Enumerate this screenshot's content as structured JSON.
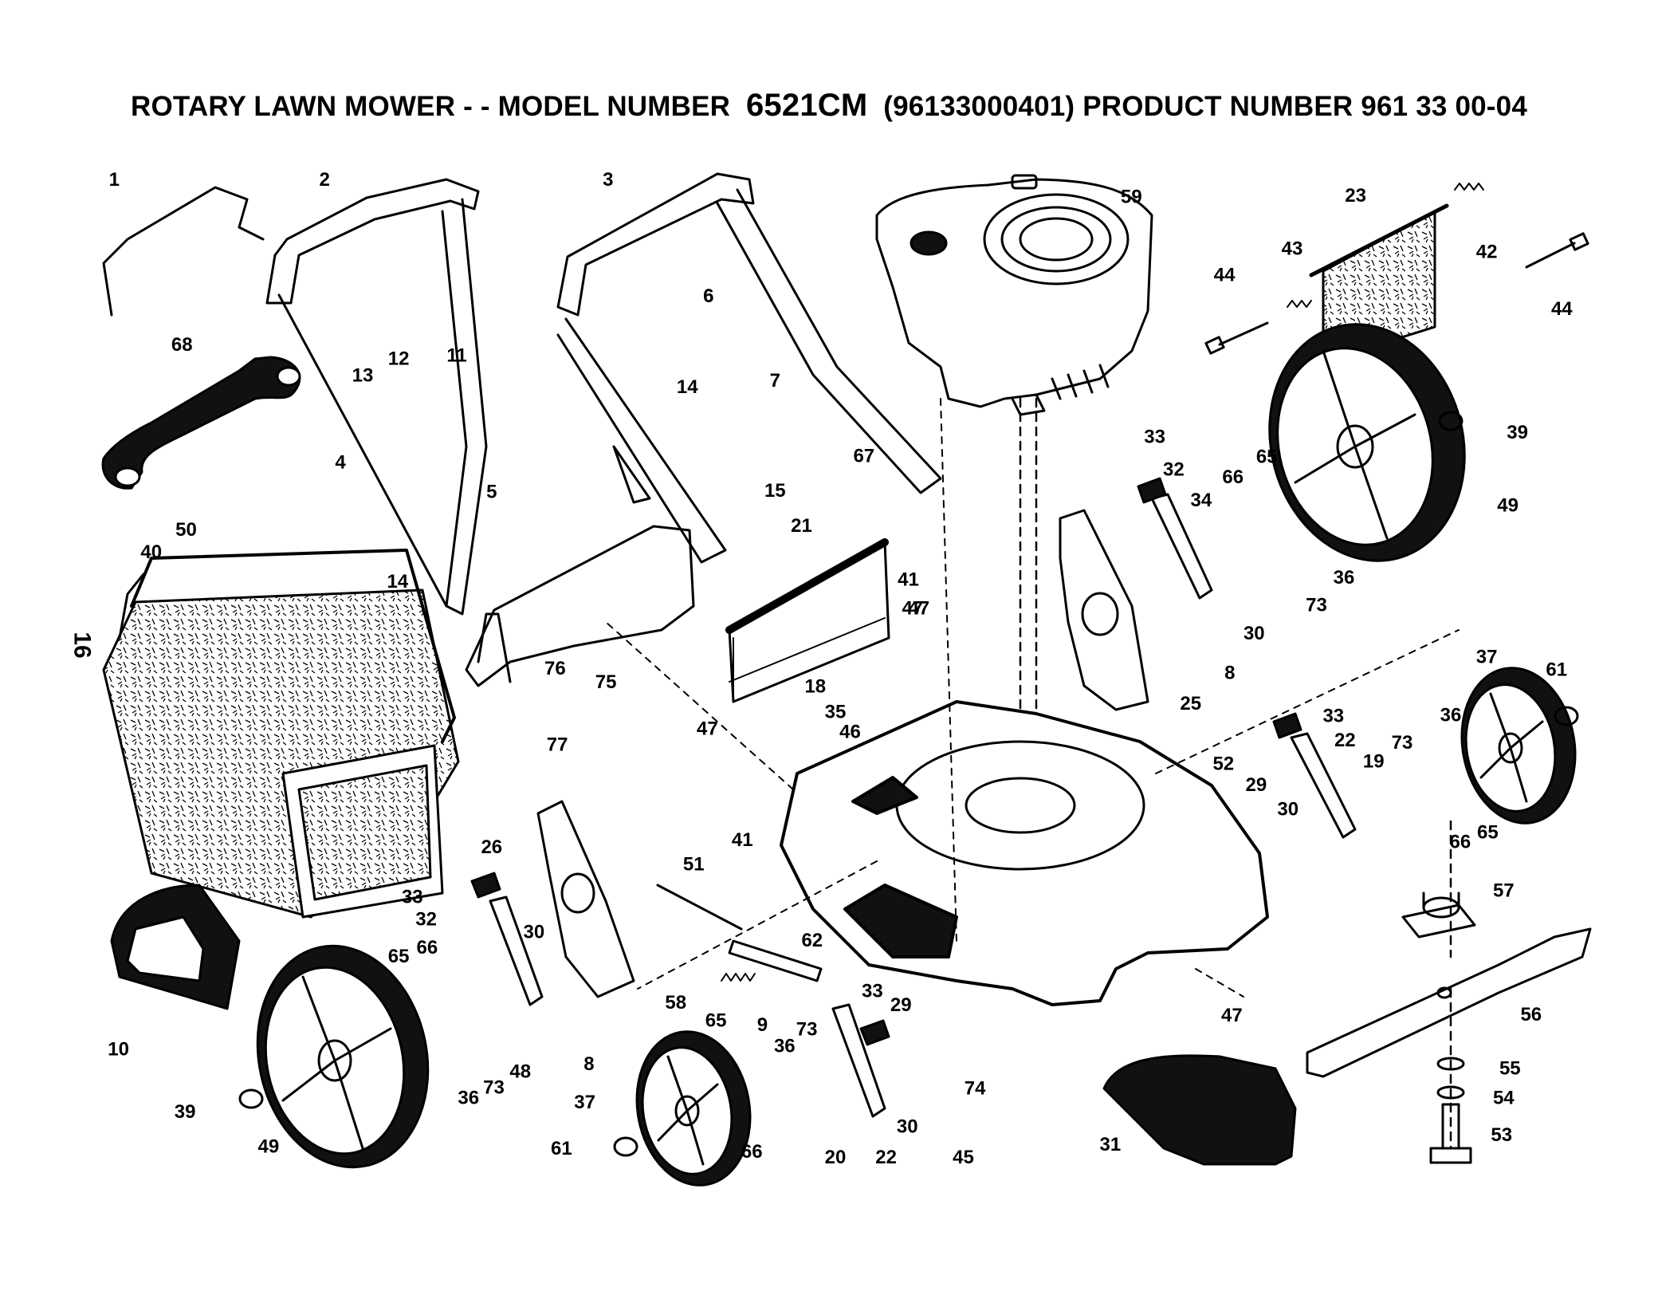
{
  "title": {
    "prefix": "ROTARY LAWN MOWER - - MODEL NUMBER",
    "model": "6521CM",
    "suffix": "(96133000401) PRODUCT NUMBER 961 33 00-04"
  },
  "page_number": "16",
  "callouts": [
    {
      "label": "1"
    },
    {
      "label": "2"
    },
    {
      "label": "3"
    },
    {
      "label": "59"
    },
    {
      "label": "23"
    },
    {
      "label": "43"
    },
    {
      "label": "42"
    },
    {
      "label": "44"
    },
    {
      "label": "44"
    },
    {
      "label": "6"
    },
    {
      "label": "6"
    },
    {
      "label": "12"
    },
    {
      "label": "13"
    },
    {
      "label": "11"
    },
    {
      "label": "7"
    },
    {
      "label": "68"
    },
    {
      "label": "14"
    },
    {
      "label": "4"
    },
    {
      "label": "5"
    },
    {
      "label": "67"
    },
    {
      "label": "15"
    },
    {
      "label": "21"
    },
    {
      "label": "41"
    },
    {
      "label": "14"
    },
    {
      "label": "50"
    },
    {
      "label": "40"
    },
    {
      "label": "47"
    },
    {
      "label": "76"
    },
    {
      "label": "75"
    },
    {
      "label": "77"
    },
    {
      "label": "18"
    },
    {
      "label": "35"
    },
    {
      "label": "47"
    },
    {
      "label": "46"
    },
    {
      "label": "33"
    },
    {
      "label": "32"
    },
    {
      "label": "34"
    },
    {
      "label": "66"
    },
    {
      "label": "65"
    },
    {
      "label": "36"
    },
    {
      "label": "73"
    },
    {
      "label": "30"
    },
    {
      "label": "8"
    },
    {
      "label": "25"
    },
    {
      "label": "39"
    },
    {
      "label": "49"
    },
    {
      "label": "37"
    },
    {
      "label": "61"
    },
    {
      "label": "33"
    },
    {
      "label": "22"
    },
    {
      "label": "36"
    },
    {
      "label": "73"
    },
    {
      "label": "19"
    },
    {
      "label": "66"
    },
    {
      "label": "65"
    },
    {
      "label": "52"
    },
    {
      "label": "29"
    },
    {
      "label": "30"
    },
    {
      "label": "26"
    },
    {
      "label": "41"
    },
    {
      "label": "51"
    },
    {
      "label": "62"
    },
    {
      "label": "57"
    },
    {
      "label": "56"
    },
    {
      "label": "55"
    },
    {
      "label": "54"
    },
    {
      "label": "53"
    },
    {
      "label": "33"
    },
    {
      "label": "32"
    },
    {
      "label": "65"
    },
    {
      "label": "66"
    },
    {
      "label": "30"
    },
    {
      "label": "10"
    },
    {
      "label": "36"
    },
    {
      "label": "73"
    },
    {
      "label": "48"
    },
    {
      "label": "8"
    },
    {
      "label": "39"
    },
    {
      "label": "49"
    },
    {
      "label": "58"
    },
    {
      "label": "9"
    },
    {
      "label": "65"
    },
    {
      "label": "36"
    },
    {
      "label": "73"
    },
    {
      "label": "33"
    },
    {
      "label": "29"
    },
    {
      "label": "37"
    },
    {
      "label": "61"
    },
    {
      "label": "66"
    },
    {
      "label": "20"
    },
    {
      "label": "22"
    },
    {
      "label": "30"
    },
    {
      "label": "74"
    },
    {
      "label": "45"
    },
    {
      "label": "31"
    },
    {
      "label": "47"
    },
    {
      "label": "47"
    }
  ]
}
